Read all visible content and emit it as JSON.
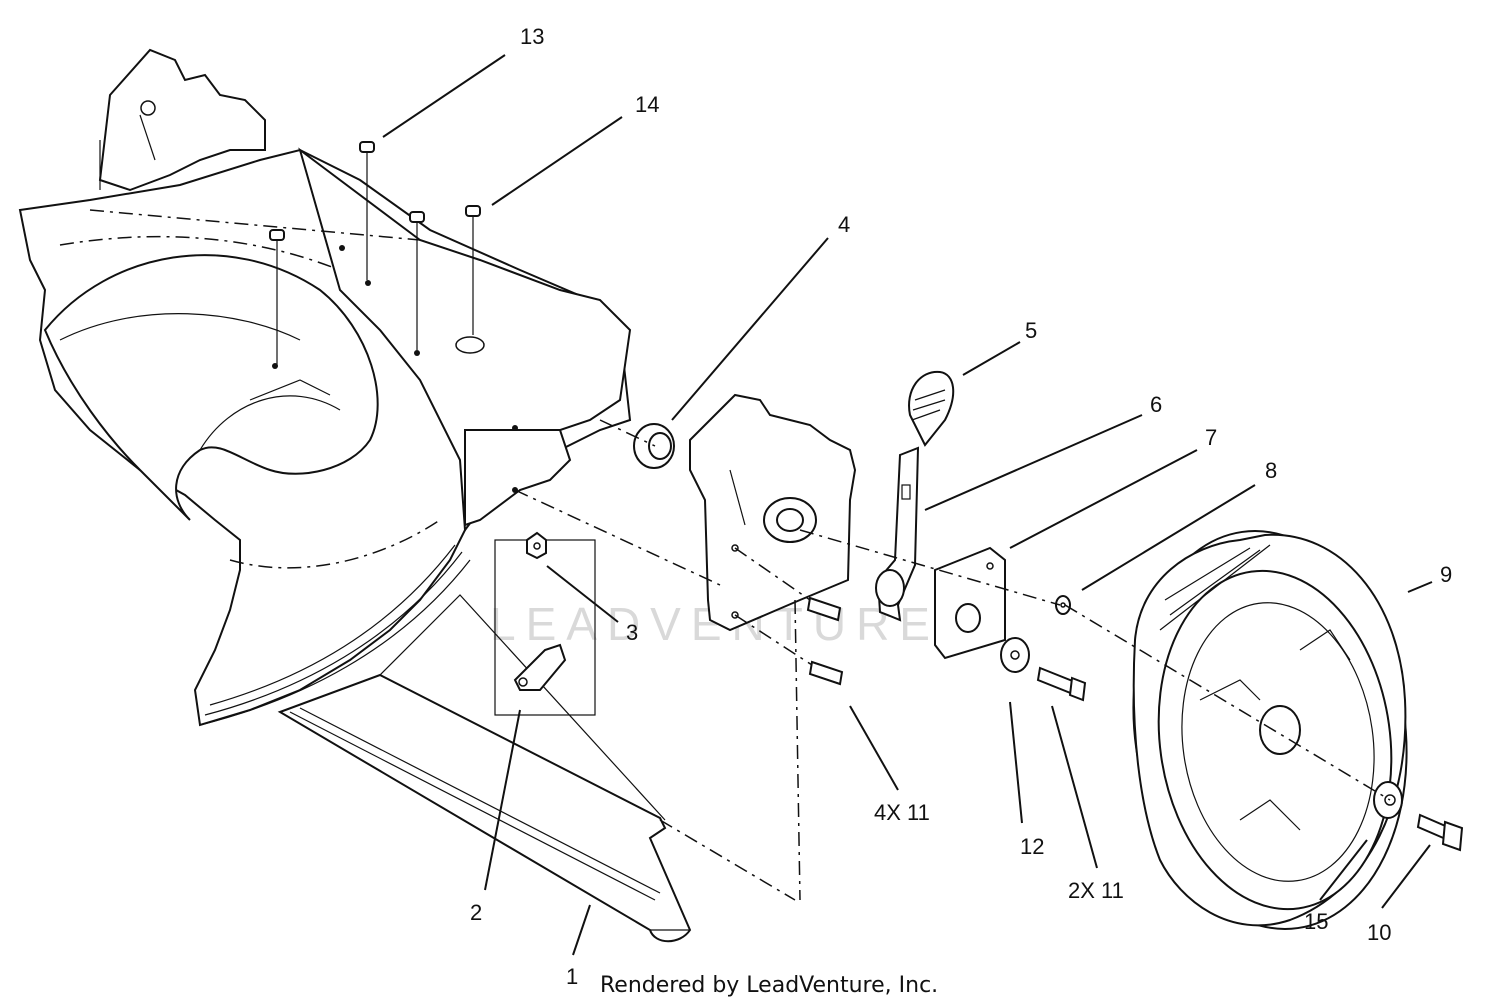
{
  "callouts": {
    "c1": "1",
    "c2": "2",
    "c3": "3",
    "c4": "4",
    "c5": "5",
    "c6": "6",
    "c7": "7",
    "c8": "8",
    "c9": "9",
    "c10": "10",
    "c4x11": "4X 11",
    "c12": "12",
    "c2x11": "2X 11",
    "c13": "13",
    "c14": "14",
    "c15": "15"
  },
  "footer": "Rendered by LeadVenture, Inc.",
  "watermark": "LEADVENTURE"
}
